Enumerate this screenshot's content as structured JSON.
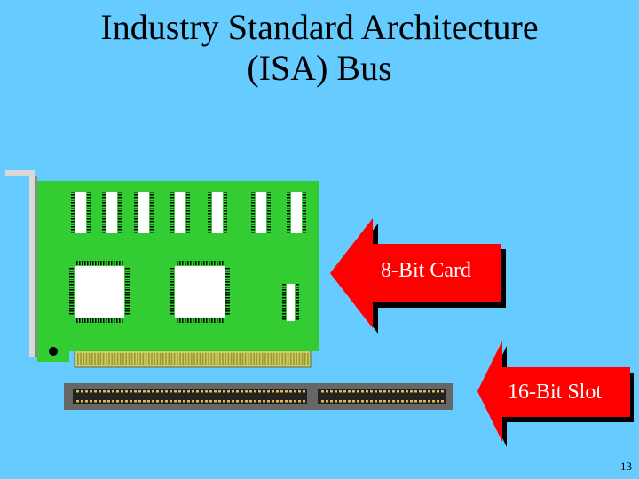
{
  "title": {
    "line1": "Industry Standard Architecture",
    "line2": "(ISA) Bus"
  },
  "labels": {
    "card": "8-Bit Card",
    "slot": "16-Bit Slot"
  },
  "page_number": "13",
  "colors": {
    "background": "#66ccff",
    "card": "#33cc33",
    "arrow": "#ff0000",
    "arrow_shadow": "#000000",
    "bracket": "#d9d9d9",
    "slot_body": "#666666",
    "edge_connector": "#cccc66"
  },
  "icons": {
    "card": "expansion-card-icon",
    "slot": "bus-slot-icon",
    "arrow": "left-arrow-icon"
  }
}
